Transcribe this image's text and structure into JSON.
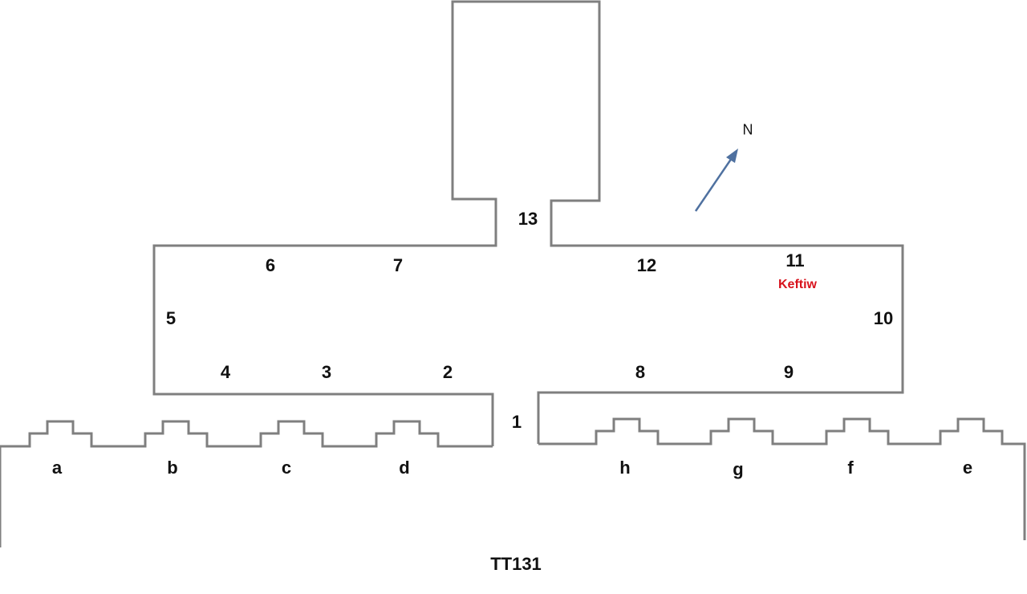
{
  "title": "TT131",
  "north_label": "N",
  "wall_labels": [
    "1",
    "2",
    "3",
    "4",
    "5",
    "6",
    "7",
    "8",
    "9",
    "10",
    "11",
    "12",
    "13"
  ],
  "annotation": "Keftiw",
  "colors": {
    "line": "#7f7f7f",
    "arrow": "#4f71a0",
    "annotation": "#d8121c"
  },
  "niches": [
    "a",
    "b",
    "c",
    "d",
    "h",
    "g",
    "f",
    "e"
  ]
}
